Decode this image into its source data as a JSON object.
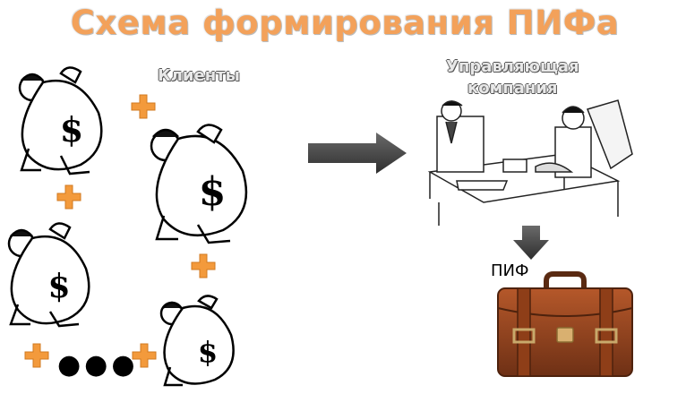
{
  "title": "Схема формирования ПИФа",
  "clients_label": "Клиенты",
  "company_label_line1": "Управляющая",
  "company_label_line2": "компания",
  "fund_label": "ПИФ",
  "ellipsis": "●●●",
  "colors": {
    "title": "#f3a15a",
    "plus": "#f39a3c",
    "arrow": "#3d3d3d",
    "briefcase": "#9a4a22",
    "briefcase_strap": "#b5956a"
  },
  "icons": [
    "money-bag-man",
    "plus-sign",
    "right-arrow",
    "down-arrow",
    "office-meeting-illustration",
    "briefcase-icon"
  ]
}
